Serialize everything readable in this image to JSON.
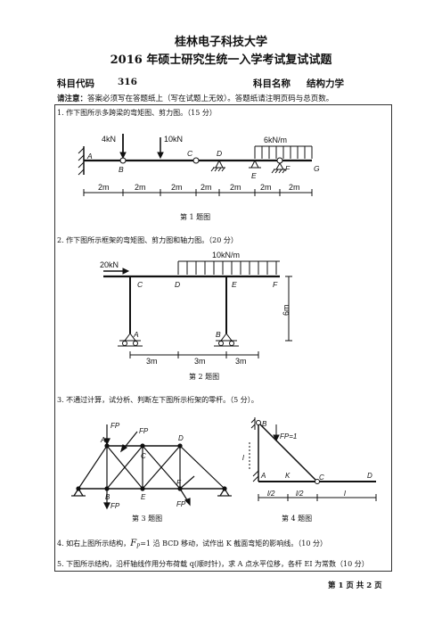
{
  "header": {
    "university": "桂林电子科技大学",
    "exam_title": "2016 年硕士研究生统一入学考试复试试题",
    "code_label": "科目代码",
    "code_value": "316",
    "name_label": "科目名称",
    "name_value": "结构力学"
  },
  "notice": {
    "label": "请注意：",
    "text": "答案必须写在答题纸上（写在试题上无效）。答题纸请注明页码与总页数。"
  },
  "questions": [
    {
      "text": "1. 作下图所示多跨梁的弯矩图、剪力图。（15 分）"
    },
    {
      "text": "2. 作下图所示框架的弯矩图、剪力图和轴力图。（20 分）"
    },
    {
      "text": "3. 不通过计算，试分析、判断左下图所示桁架的零杆。（5 分）。"
    },
    {
      "text_pre": "4. 如右上图所示结构，",
      "fp": "F",
      "fp_sub": "P",
      "text_post": "=1 沿 BCD 移动，试作出 K 截面弯矩的影响线。（10 分）"
    },
    {
      "text": "5. 下图所示结构，沿杆轴线作用分布荷载 q(顺时针)，求 A 点水平位移，各杆 EI 为常数（10 分）"
    }
  ],
  "fig1": {
    "caption": "第 1 题图",
    "loads": [
      "4kN",
      "10kN",
      "6kN/m"
    ],
    "nodes": [
      "A",
      "B",
      "C",
      "D",
      "E",
      "F",
      "G"
    ],
    "dims": [
      "2m",
      "2m",
      "2m",
      "2m",
      "2m",
      "2m",
      "2m"
    ]
  },
  "fig2": {
    "caption": "第 2 题图",
    "loads": [
      "20kN",
      "10kN/m"
    ],
    "nodes": [
      "C",
      "D",
      "E",
      "F",
      "A",
      "B"
    ],
    "height": "6m",
    "dims": [
      "3m",
      "3m",
      "3m"
    ]
  },
  "fig3": {
    "caption": "第 3 题图",
    "loads": [
      "FP",
      "FP",
      "FP",
      "FP"
    ],
    "nodes": [
      "A",
      "B",
      "C",
      "D",
      "E",
      "F"
    ]
  },
  "fig4": {
    "caption": "第 4 题图",
    "load": "FP=1",
    "nodes": [
      "B",
      "A",
      "K",
      "C",
      "D"
    ],
    "height": "l",
    "dims": [
      "l/2",
      "l/2",
      "l"
    ]
  },
  "footer": {
    "text": "第  1  页  共  2  页"
  }
}
